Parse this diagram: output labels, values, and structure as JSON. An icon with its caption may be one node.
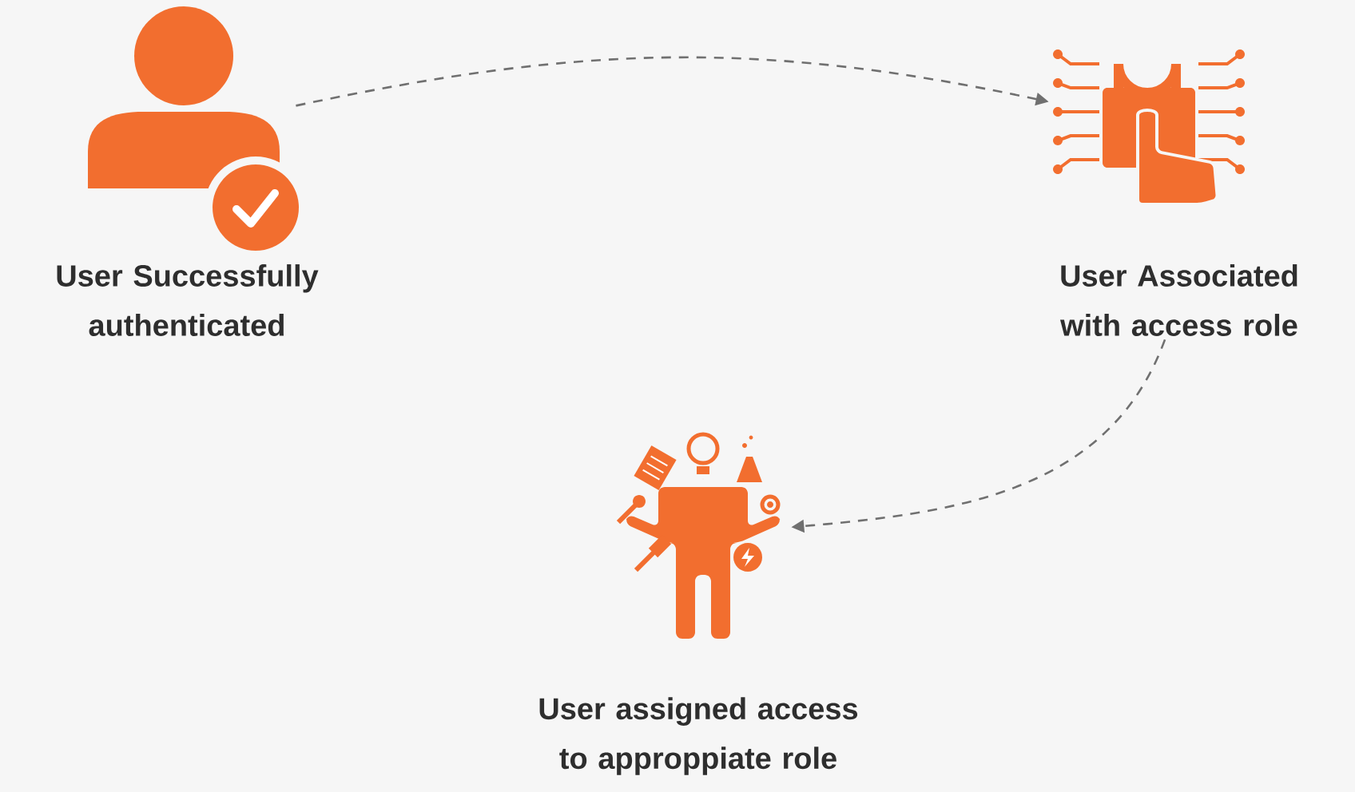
{
  "diagram": {
    "nodes": [
      {
        "text": [],
        "shape": "person"
      },
      {
        "text": [
          "User Successfully authenticated"
        ]
      },
      {
        "text": [],
        "shape": "picture"
      },
      {
        "text": [
          "User Associated with access role"
        ]
      },
      {
        "text": [],
        "shape": "person"
      },
      {
        "text": [
          "User assigned access to approppiate role"
        ]
      }
    ],
    "edges": [
      {
        "from": 0,
        "to": 2,
        "arrow": "to",
        "style": "dashed"
      },
      {
        "from": 3,
        "to": 4,
        "arrow": "to",
        "style": "dashed"
      }
    ]
  }
}
